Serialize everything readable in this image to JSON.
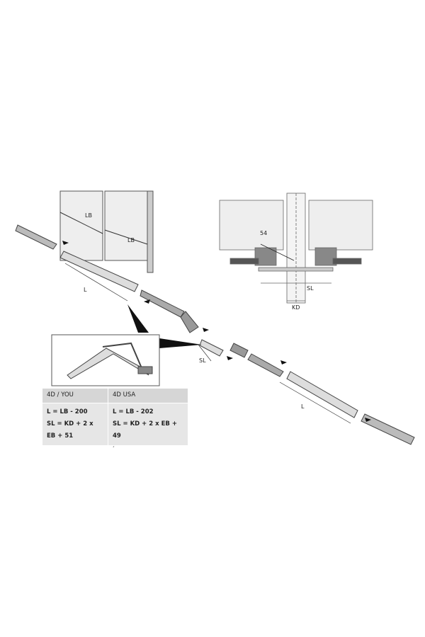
{
  "labels": {
    "lb_top": "LB",
    "lb_bottom": "LB",
    "l_left": "L",
    "l_right": "L",
    "sl_middle": "SL",
    "sl_detail": "SL",
    "kd_detail": "KD",
    "dim_54": "54"
  },
  "table": {
    "columns": [
      "4D / YOU",
      "4D USA"
    ],
    "rows": [
      [
        "L = LB - 200",
        "L = LB - 202"
      ],
      [
        "SL = KD + 2 x EB + 51",
        "SL = KD + 2 x EB + 49"
      ]
    ]
  }
}
